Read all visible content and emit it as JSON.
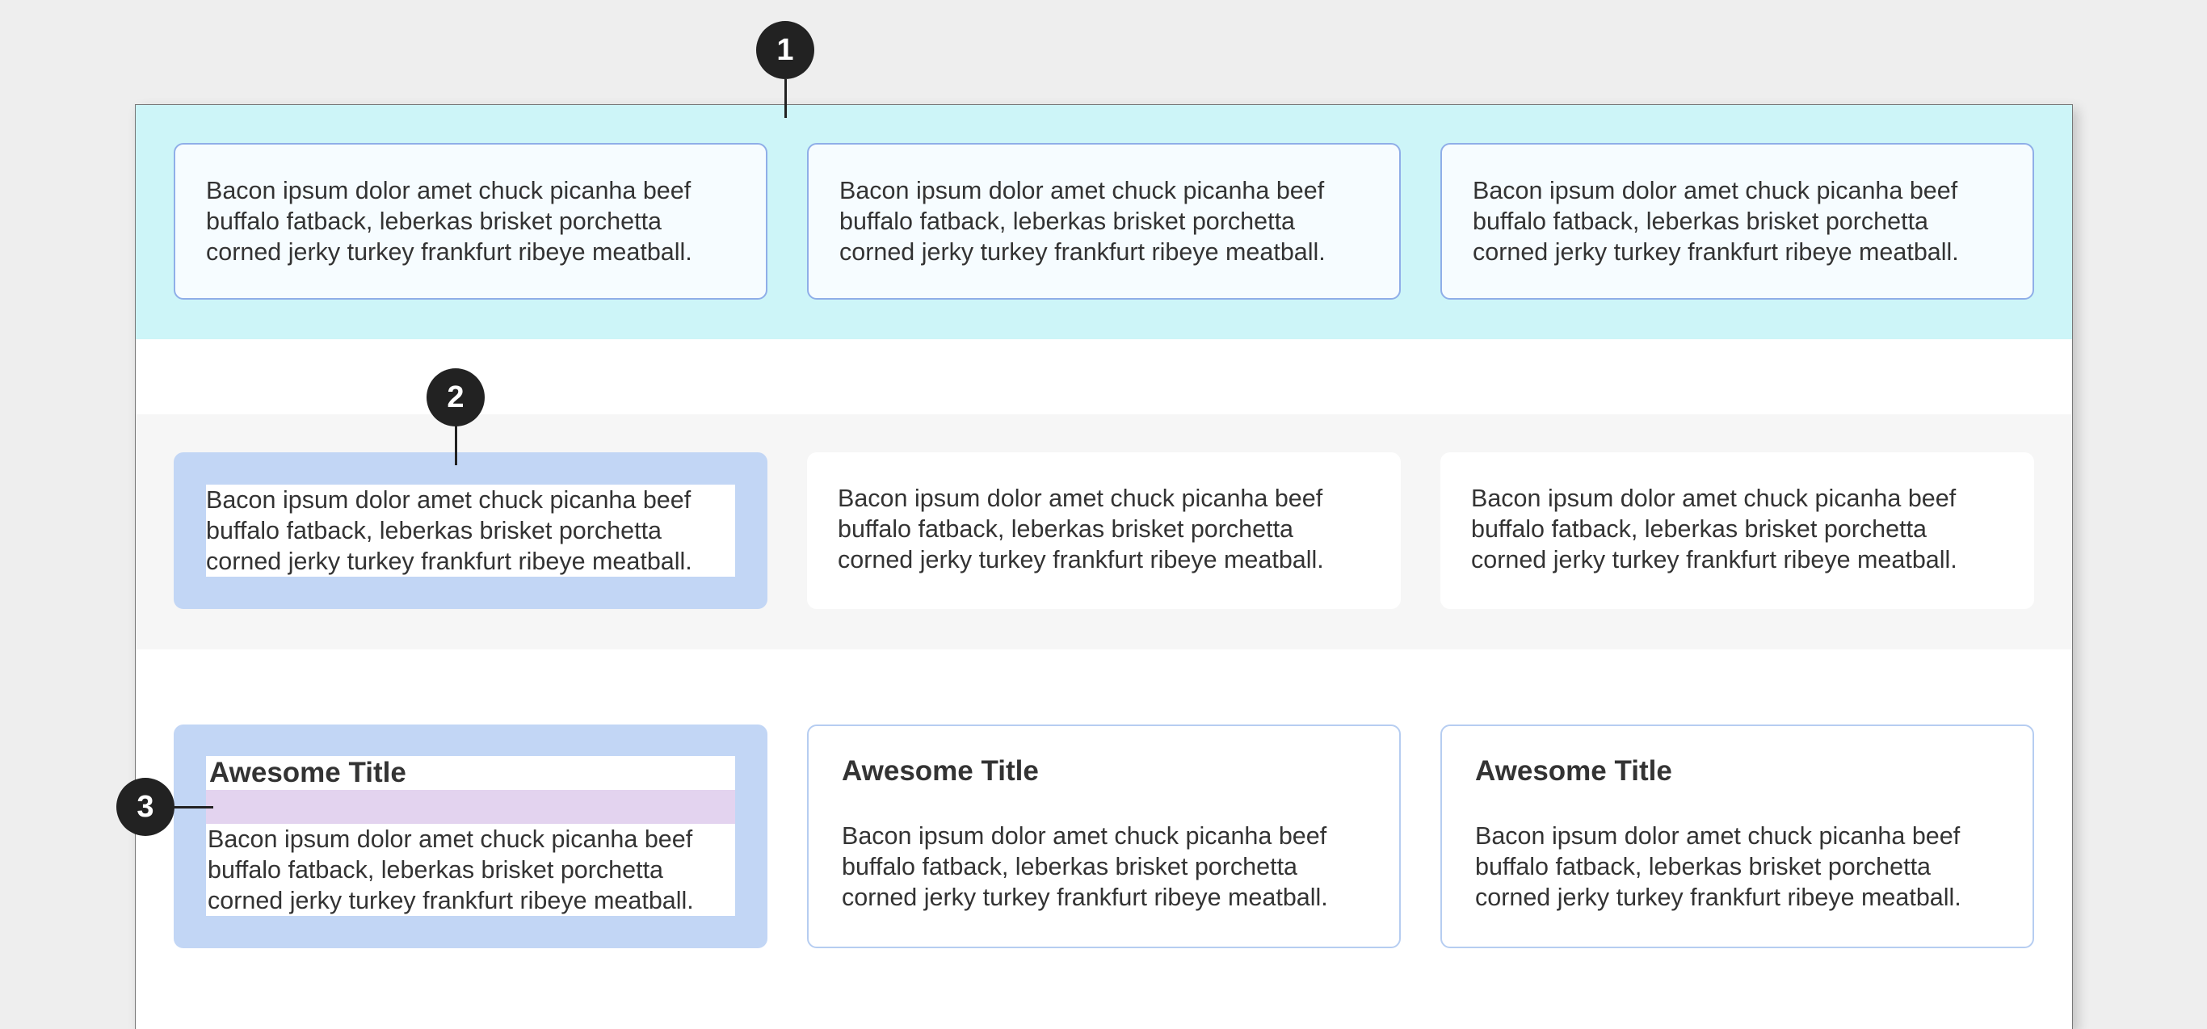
{
  "card_body_text_lines": [
    "Bacon ipsum dolor amet chuck picanha beef",
    "buffalo fatback, leberkas brisket porchetta",
    "corned jerky turkey frankfurt ribeye meatball."
  ],
  "card_title": "Awesome Title",
  "markers": [
    "1",
    "2",
    "3"
  ],
  "colors": {
    "background": "#eeeeee",
    "band_1": "#cdf5f8",
    "band_2": "#f6f6f6",
    "highlight": "#c2d6f5",
    "spacing_highlight": "#e3d3ef",
    "card_border": "#8faee8",
    "marker": "#222222"
  }
}
